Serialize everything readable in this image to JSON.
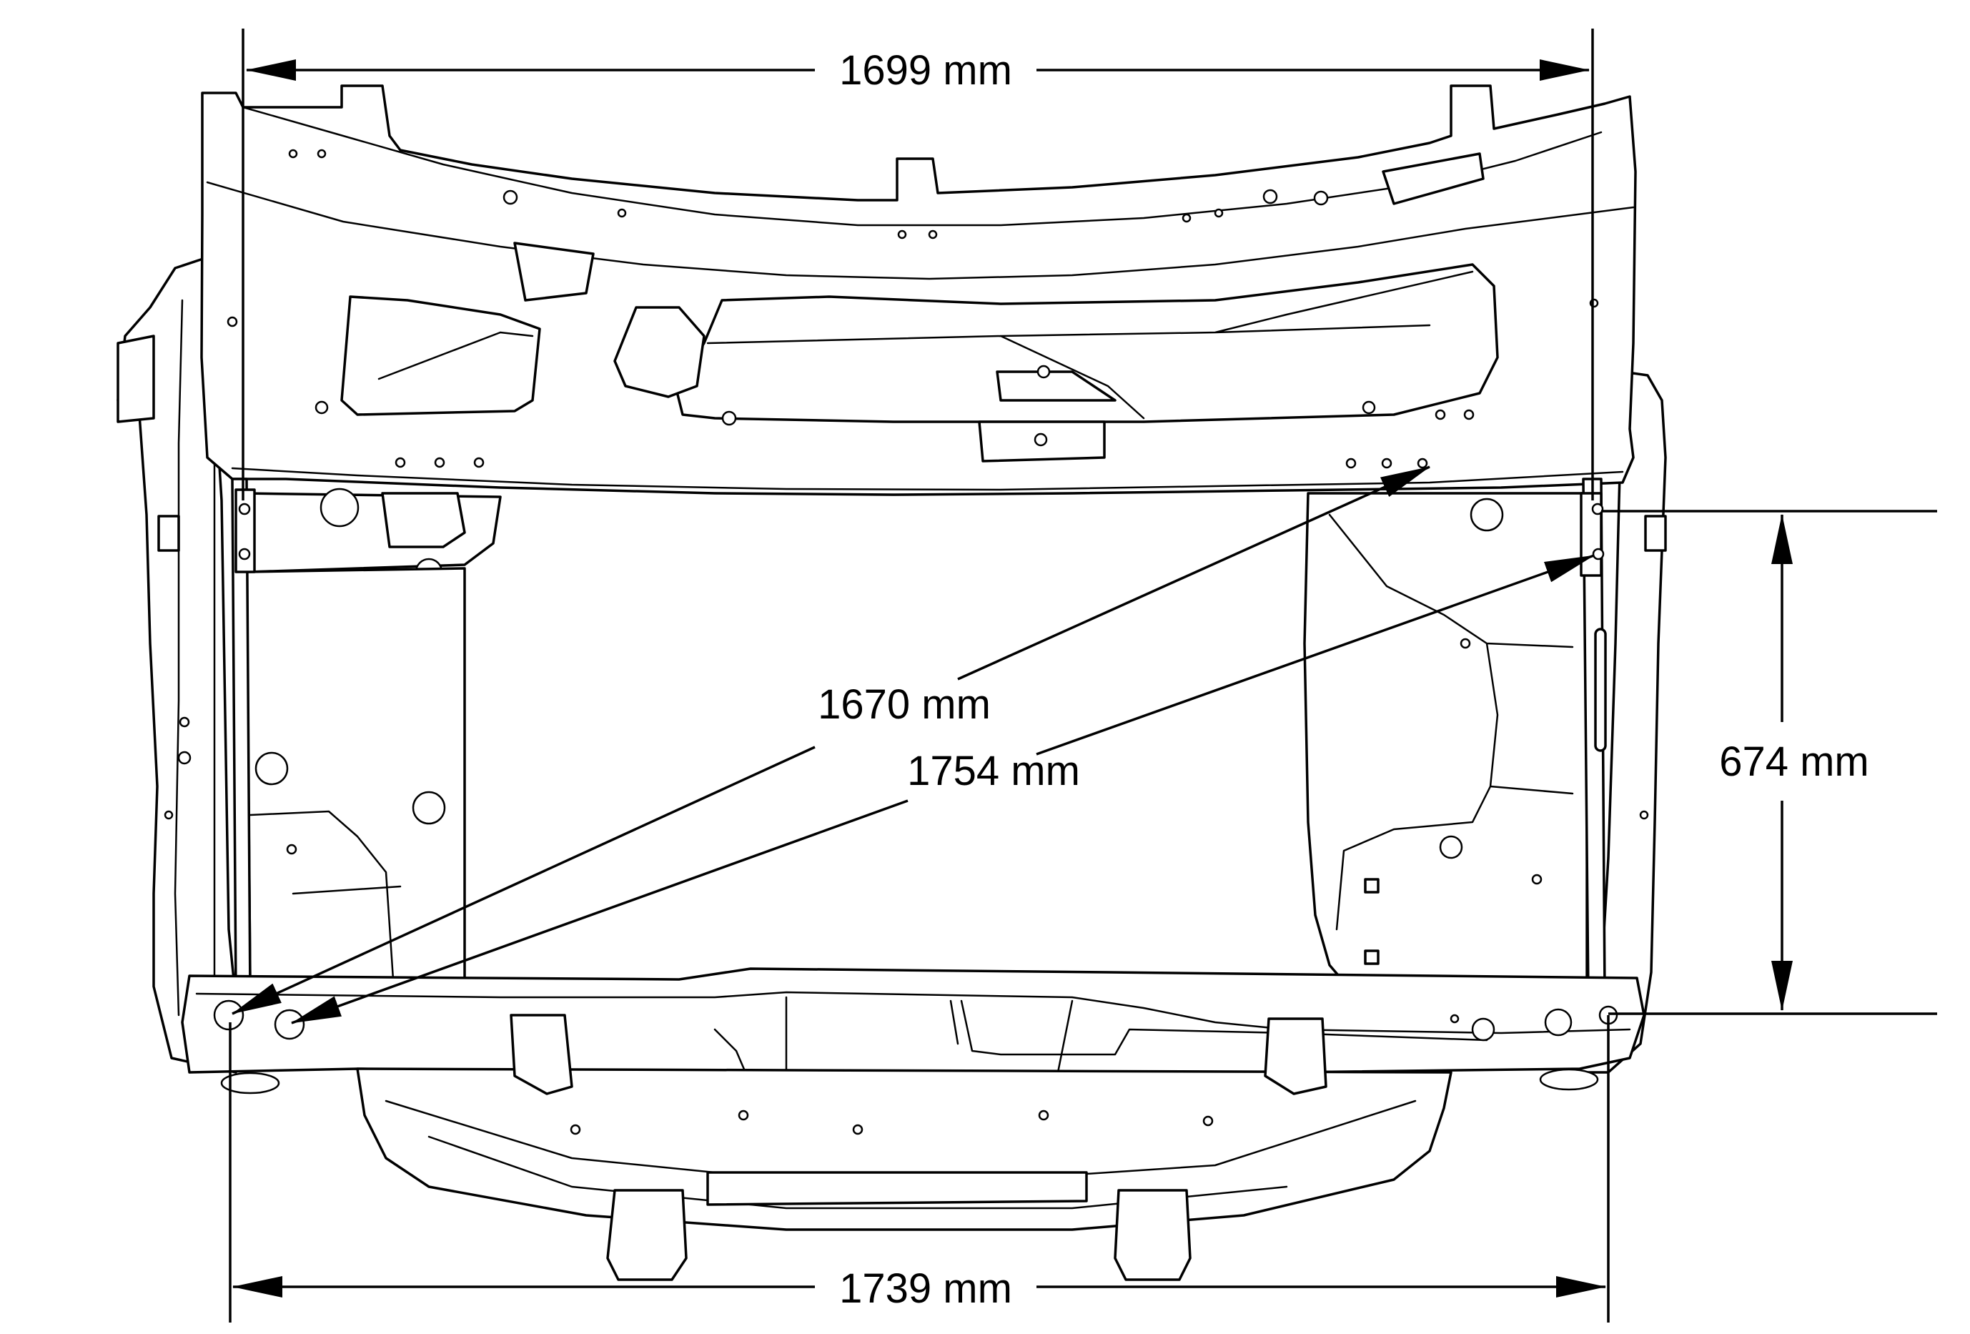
{
  "dimensions": {
    "top_width": "1699 mm",
    "diagonal_short": "1670 mm",
    "diagonal_long": "1754 mm",
    "right_height": "674 mm",
    "bottom_width": "1739 mm"
  },
  "colors": {
    "line": "#000000",
    "background": "#ffffff"
  }
}
